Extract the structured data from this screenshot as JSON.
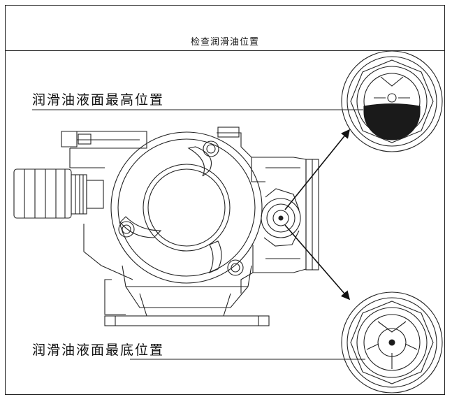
{
  "header": {
    "title": "检查润滑油位置"
  },
  "labels": {
    "max_level": "润滑油液面最高位置",
    "min_level": "润滑油液面最底位置"
  },
  "colors": {
    "line": "#222222",
    "oil": "#1a1a1a",
    "background": "#ffffff"
  },
  "icons": {
    "pump": "pump-drawing",
    "gauge_top": "sight-glass-full-icon",
    "gauge_bottom": "sight-glass-low-icon"
  }
}
